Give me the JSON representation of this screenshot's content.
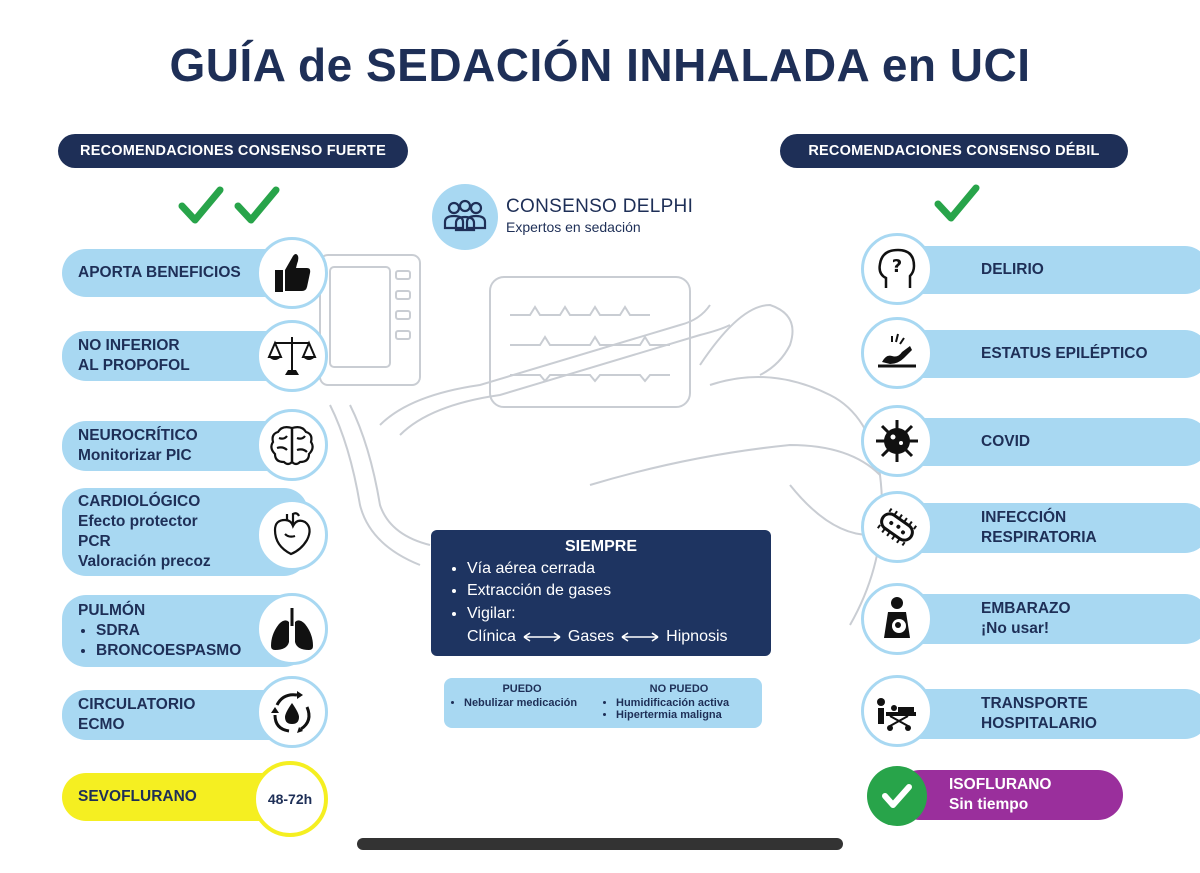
{
  "title": "GUÍA de SEDACIÓN INHALADA en UCI",
  "headers": {
    "strong": "RECOMENDACIONES CONSENSO FUERTE",
    "weak": "RECOMENDACIONES CONSENSO DÉBIL"
  },
  "delphi": {
    "title": "CONSENSO DELPHI",
    "subtitle": "Expertos en sedación",
    "icon": "group-people-icon"
  },
  "left_items": [
    {
      "lines": [
        "APORTA BENEFICIOS"
      ],
      "icon": "thumbs-up-icon"
    },
    {
      "lines": [
        "NO INFERIOR",
        "AL PROPOFOL"
      ],
      "icon": "balance-scale-icon"
    },
    {
      "lines": [
        "NEUROCRÍTICO",
        "Monitorizar PIC"
      ],
      "icon": "brain-icon"
    },
    {
      "lines": [
        "CARDIOLÓGICO",
        "Efecto protector",
        "PCR",
        "Valoración precoz"
      ],
      "icon": "heart-icon"
    },
    {
      "title": "PULMÓN",
      "bullets": [
        "SDRA",
        "BRONCOESPASMO"
      ],
      "icon": "lungs-icon"
    },
    {
      "lines": [
        "CIRCULATORIO",
        "ECMO"
      ],
      "icon": "circulation-cycle-icon"
    }
  ],
  "right_items": [
    {
      "lines": [
        "DELIRIO"
      ],
      "icon": "head-question-icon"
    },
    {
      "lines": [
        "ESTATUS EPILÉPTICO"
      ],
      "icon": "seizure-icon"
    },
    {
      "lines": [
        "COVID"
      ],
      "icon": "virus-icon"
    },
    {
      "lines": [
        "INFECCIÓN",
        "RESPIRATORIA"
      ],
      "icon": "bacteria-icon"
    },
    {
      "lines": [
        "EMBARAZO",
        "¡No usar!"
      ],
      "icon": "pregnancy-icon"
    },
    {
      "lines": [
        "TRANSPORTE",
        "HOSPITALARIO"
      ],
      "icon": "stretcher-icon"
    }
  ],
  "siempre": {
    "title": "SIEMPRE",
    "bullets": [
      "Vía aérea cerrada",
      "Extracción de gases",
      "Vigilar:"
    ],
    "chain": [
      "Clínica",
      "Gases",
      "Hipnosis"
    ]
  },
  "puedo": {
    "can_title": "PUEDO",
    "can": [
      "Nebulizar medicación"
    ],
    "cannot_title": "NO PUEDO",
    "cannot": [
      "Humidificación activa",
      "Hipertermia maligna"
    ]
  },
  "sevoflurano": {
    "label": "SEVOFLURANO",
    "duration": "48-72h"
  },
  "isoflurano": {
    "label": "ISOFLURANO",
    "duration": "Sin tiempo"
  },
  "colors": {
    "navy": "#1e2f57",
    "light_blue": "#a8d8f2",
    "check_green": "#28a44a",
    "yellow": "#f5ef21",
    "purple": "#9a2f9c"
  }
}
